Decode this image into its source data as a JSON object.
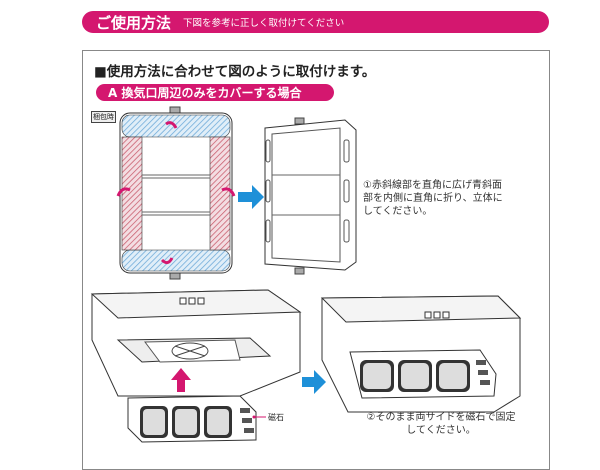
{
  "header": {
    "title": "ご使用方法",
    "subtitle": "下図を参考に正しく取付けてください"
  },
  "section": {
    "heading": "■使用方法に合わせて図のように取付けます。",
    "case_a_label": "A 換気口周辺のみをカバーする場合",
    "packaged_label": "梱包時",
    "step1": "①赤斜線部を直角に広げ青斜面部を内側に直角に折り、立体にしてください。",
    "step2": "②そのまま両サイドを磁石で固定してください。",
    "magnet_label": "磁石"
  },
  "colors": {
    "accent": "#d4176f",
    "arrow": "#1e90d8",
    "hatch_red": "#c85a6a",
    "hatch_blue": "#6aa8d8"
  }
}
